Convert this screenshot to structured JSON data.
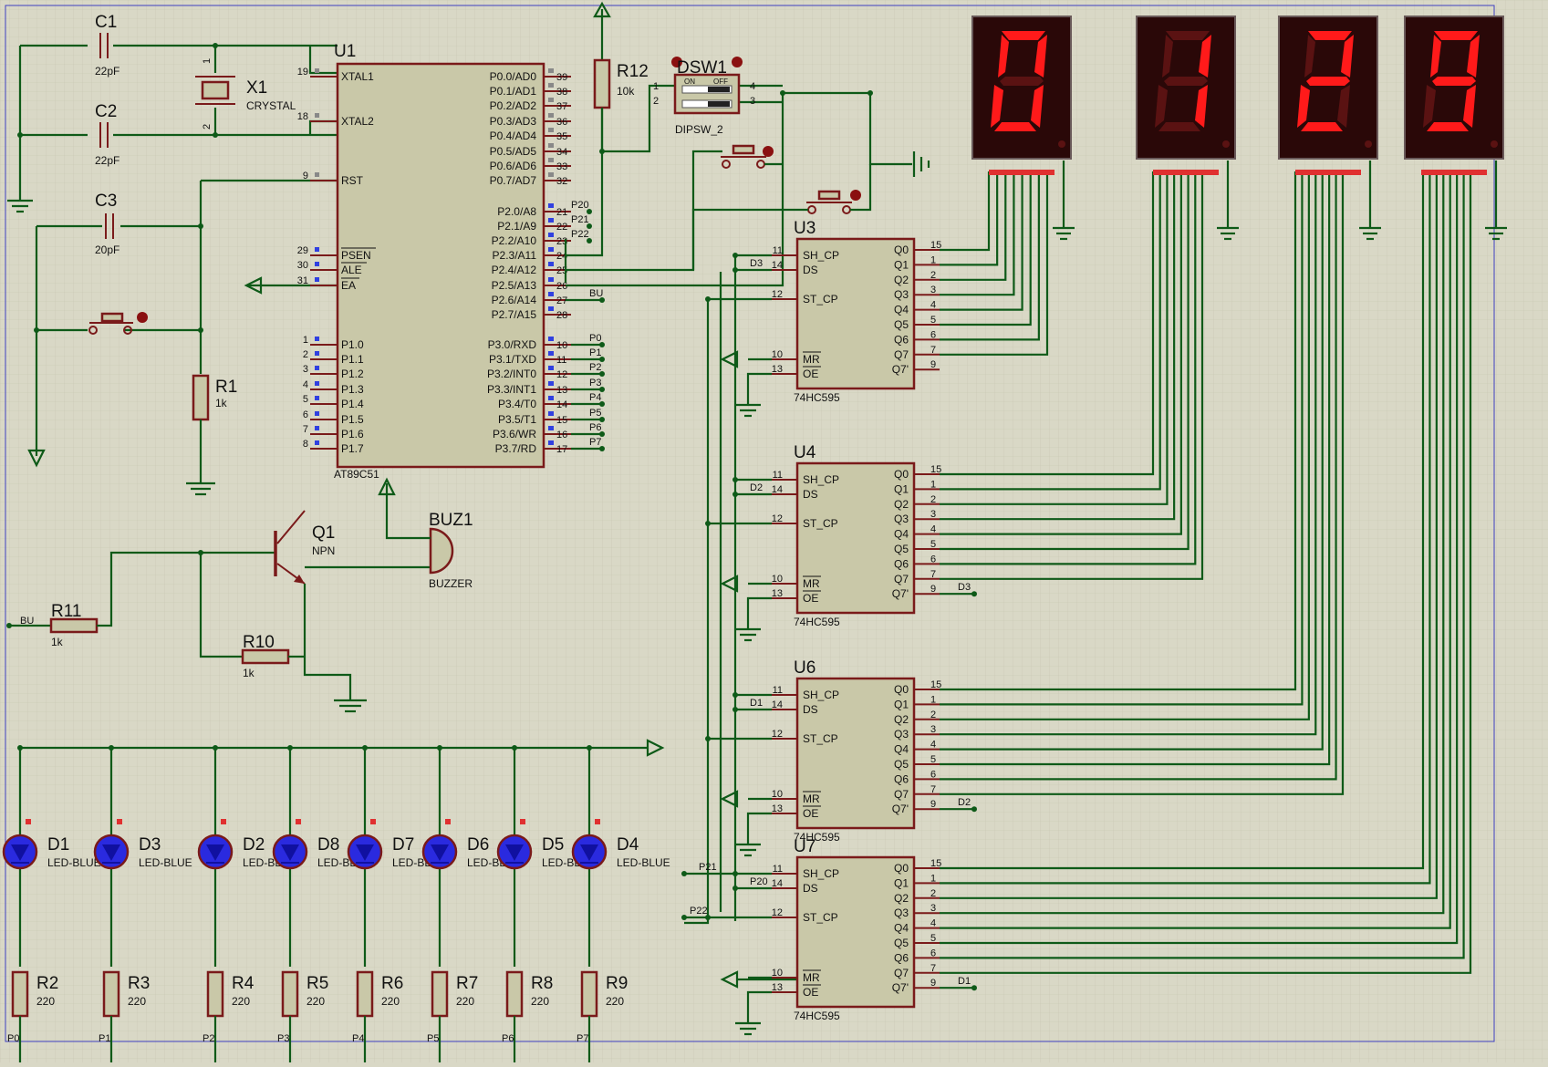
{
  "mcu": {
    "ref": "U1",
    "part": "AT89C51",
    "left_pins": [
      {
        "num": "19",
        "name": "XTAL1"
      },
      {
        "num": "18",
        "name": "XTAL2"
      },
      {
        "num": "9",
        "name": "RST"
      },
      {
        "num": "29",
        "name": "PSEN"
      },
      {
        "num": "30",
        "name": "ALE"
      },
      {
        "num": "31",
        "name": "EA"
      },
      {
        "num": "1",
        "name": "P1.0"
      },
      {
        "num": "2",
        "name": "P1.1"
      },
      {
        "num": "3",
        "name": "P1.2"
      },
      {
        "num": "4",
        "name": "P1.3"
      },
      {
        "num": "5",
        "name": "P1.4"
      },
      {
        "num": "6",
        "name": "P1.5"
      },
      {
        "num": "7",
        "name": "P1.6"
      },
      {
        "num": "8",
        "name": "P1.7"
      }
    ],
    "right_pins": [
      {
        "num": "39",
        "name": "P0.0/AD0"
      },
      {
        "num": "38",
        "name": "P0.1/AD1"
      },
      {
        "num": "37",
        "name": "P0.2/AD2"
      },
      {
        "num": "36",
        "name": "P0.3/AD3"
      },
      {
        "num": "35",
        "name": "P0.4/AD4"
      },
      {
        "num": "34",
        "name": "P0.5/AD5"
      },
      {
        "num": "33",
        "name": "P0.6/AD6"
      },
      {
        "num": "32",
        "name": "P0.7/AD7"
      },
      {
        "num": "21",
        "name": "P2.0/A8"
      },
      {
        "num": "22",
        "name": "P2.1/A9"
      },
      {
        "num": "23",
        "name": "P2.2/A10"
      },
      {
        "num": "24",
        "name": "P2.3/A11"
      },
      {
        "num": "25",
        "name": "P2.4/A12"
      },
      {
        "num": "26",
        "name": "P2.5/A13"
      },
      {
        "num": "27",
        "name": "P2.6/A14"
      },
      {
        "num": "28",
        "name": "P2.7/A15"
      },
      {
        "num": "10",
        "name": "P3.0/RXD"
      },
      {
        "num": "11",
        "name": "P3.1/TXD"
      },
      {
        "num": "12",
        "name": "P3.2/INT0"
      },
      {
        "num": "13",
        "name": "P3.3/INT1"
      },
      {
        "num": "14",
        "name": "P3.4/T0"
      },
      {
        "num": "15",
        "name": "P3.5/T1"
      },
      {
        "num": "16",
        "name": "P3.6/WR"
      },
      {
        "num": "17",
        "name": "P3.7/RD"
      }
    ],
    "net_labels": [
      "P20",
      "P21",
      "P22",
      "BU",
      "P0",
      "P1",
      "P2",
      "P3",
      "P4",
      "P5",
      "P6",
      "P7"
    ]
  },
  "components": {
    "c1": {
      "ref": "C1",
      "value": "22pF"
    },
    "c2": {
      "ref": "C2",
      "value": "22pF"
    },
    "c3": {
      "ref": "C3",
      "value": "20pF"
    },
    "x1": {
      "ref": "X1",
      "value": "CRYSTAL",
      "pin_a": "1",
      "pin_b": "2"
    },
    "r1": {
      "ref": "R1",
      "value": "1k"
    },
    "r12": {
      "ref": "R12",
      "value": "10k"
    },
    "dsw": {
      "ref": "DSW1",
      "part": "DIPSW_2",
      "on": "ON",
      "off": "OFF",
      "p1": "1",
      "p2": "2",
      "p3": "3",
      "p4": "4"
    },
    "q1": {
      "ref": "Q1",
      "value": "NPN"
    },
    "buz": {
      "ref": "BUZ1",
      "value": "BUZZER"
    },
    "r11": {
      "ref": "R11",
      "value": "1k",
      "net": "BU"
    },
    "r10": {
      "ref": "R10",
      "value": "1k"
    }
  },
  "leds": [
    {
      "ref": "D1",
      "value": "LED-BLUE"
    },
    {
      "ref": "D3",
      "value": "LED-BLUE"
    },
    {
      "ref": "D2",
      "value": "LED-BLUE"
    },
    {
      "ref": "D8",
      "value": "LED-BLUE"
    },
    {
      "ref": "D7",
      "value": "LED-BLUE"
    },
    {
      "ref": "D6",
      "value": "LED-BLUE"
    },
    {
      "ref": "D5",
      "value": "LED-BLUE"
    },
    {
      "ref": "D4",
      "value": "LED-BLUE"
    }
  ],
  "led_resistors": [
    {
      "ref": "R2",
      "value": "220",
      "net": "P0"
    },
    {
      "ref": "R3",
      "value": "220",
      "net": "P1"
    },
    {
      "ref": "R4",
      "value": "220",
      "net": "P2"
    },
    {
      "ref": "R5",
      "value": "220",
      "net": "P3"
    },
    {
      "ref": "R6",
      "value": "220",
      "net": "P4"
    },
    {
      "ref": "R7",
      "value": "220",
      "net": "P5"
    },
    {
      "ref": "R8",
      "value": "220",
      "net": "P6"
    },
    {
      "ref": "R9",
      "value": "220",
      "net": "P7"
    }
  ],
  "shift_registers": {
    "part": "74HC595",
    "left_pins": [
      {
        "num": "11",
        "name": "SH_CP"
      },
      {
        "num": "14",
        "name": "DS"
      },
      {
        "num": "12",
        "name": "ST_CP"
      },
      {
        "num": "10",
        "name": "MR"
      },
      {
        "num": "13",
        "name": "OE"
      }
    ],
    "right_pins": [
      {
        "num": "15",
        "name": "Q0"
      },
      {
        "num": "1",
        "name": "Q1"
      },
      {
        "num": "2",
        "name": "Q2"
      },
      {
        "num": "3",
        "name": "Q3"
      },
      {
        "num": "4",
        "name": "Q4"
      },
      {
        "num": "5",
        "name": "Q5"
      },
      {
        "num": "6",
        "name": "Q6"
      },
      {
        "num": "7",
        "name": "Q7"
      },
      {
        "num": "9",
        "name": "Q7'"
      }
    ],
    "units": [
      {
        "ref": "U3",
        "ds_net": "D3",
        "q7s_net": ""
      },
      {
        "ref": "U4",
        "ds_net": "D2",
        "q7s_net": "D3"
      },
      {
        "ref": "U6",
        "ds_net": "D1",
        "q7s_net": "D2"
      },
      {
        "ref": "U7",
        "ds_net": "P20",
        "q7s_net": "D1",
        "sh_net": "P21",
        "st_net": "P22"
      }
    ]
  },
  "displays": [
    {
      "digit": "0"
    },
    {
      "digit": "1"
    },
    {
      "digit": "2"
    },
    {
      "digit": "9"
    }
  ],
  "colors": {
    "background": "#d9d8c6",
    "wire": "#0e5a18",
    "body_stroke": "#7a1a1a",
    "body_fill": "#c9c8a8",
    "segment_on": "#ff1a1a",
    "led": "#2a2adf"
  }
}
